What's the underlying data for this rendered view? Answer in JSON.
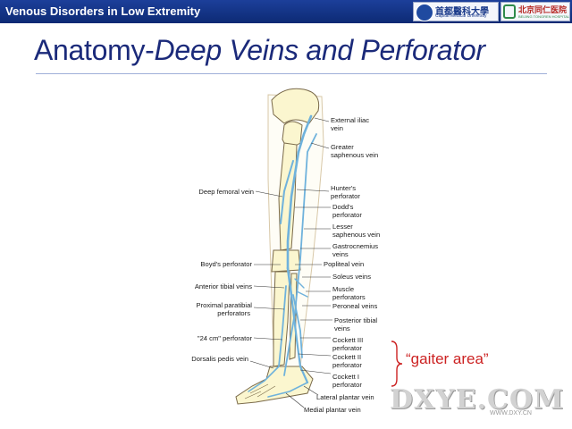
{
  "header": {
    "title": "Venous Disorders in Low Extremity",
    "logo_left_text": "首都醫科大學",
    "logo_left_sub": "Capital Medical University",
    "logo_right_text": "北京同仁医院",
    "logo_right_sub": "BEIJING TONGREN HOSPITAL"
  },
  "slide": {
    "title_main": "Anatomy-",
    "title_italic": "Deep Veins and Perforator"
  },
  "figure": {
    "labels_right": [
      "External iliac",
      "vein",
      "Greater",
      "saphenous vein",
      "Hunter's",
      "perforator",
      "Dodd's",
      "perforator",
      "Lesser",
      "saphenous vein",
      "Gastrocnemius",
      "veins",
      "Popliteal vein",
      "Soleus veins",
      "Muscle",
      "perforators",
      "Peroneal veins",
      "Posterior tibial",
      "veins",
      "Cockett III",
      "perforator",
      "Cockett II",
      "perforator",
      "Cockett I",
      "perforator",
      "Lateral plantar vein",
      "Medial plantar vein"
    ],
    "labels_left": [
      "Deep femoral vein",
      "Boyd's perforator",
      "Anterior tibial veins",
      "Proximal paratibial",
      "perforators",
      "\"24 cm\" perforator",
      "Dorsalis pedis vein"
    ],
    "vein_color": "#6fb2dc",
    "bone_color": "#fbf6cf"
  },
  "annotation": {
    "gaiter_text": "“gaiter area”",
    "gaiter_color": "#cc2222"
  },
  "watermark": {
    "text": "DXYE.COM",
    "sub": "WWW.DXY.CN"
  }
}
